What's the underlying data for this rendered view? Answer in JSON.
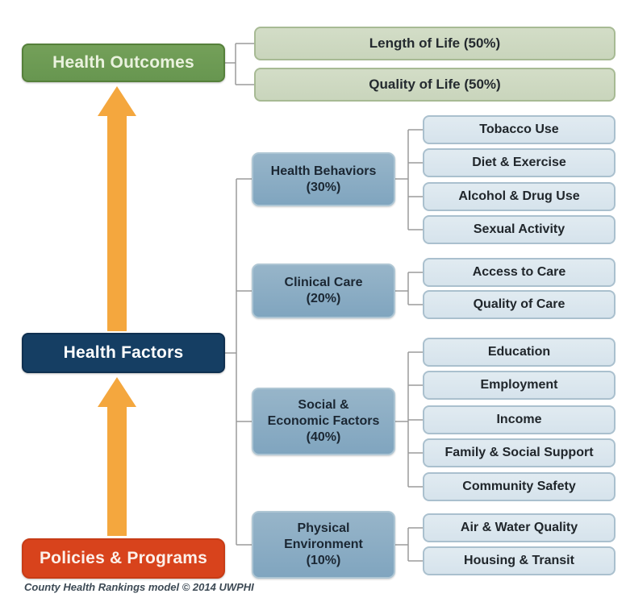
{
  "diagram": {
    "primary_boxes": {
      "health_outcomes": "Health Outcomes",
      "health_factors": "Health Factors",
      "policies_programs": "Policies & Programs"
    },
    "outcome_children": [
      "Length of Life (50%)",
      "Quality of Life (50%)"
    ],
    "factor_groups": [
      {
        "name": "Health Behaviors (30%)",
        "lines": [
          "Health Behaviors"
        ],
        "weight": "(30%)",
        "children": [
          "Tobacco Use",
          "Diet & Exercise",
          "Alcohol & Drug Use",
          "Sexual Activity"
        ]
      },
      {
        "name": "Clinical Care (20%)",
        "lines": [
          "Clinical Care"
        ],
        "weight": "(20%)",
        "children": [
          "Access to Care",
          "Quality of Care"
        ]
      },
      {
        "name": "Social & Economic Factors (40%)",
        "lines": [
          "Social &",
          "Economic Factors"
        ],
        "weight": "(40%)",
        "children": [
          "Education",
          "Employment",
          "Income",
          "Family & Social Support",
          "Community Safety"
        ]
      },
      {
        "name": "Physical Environment (10%)",
        "lines": [
          "Physical",
          "Environment"
        ],
        "weight": "(10%)",
        "children": [
          "Air & Water Quality",
          "Housing & Transit"
        ]
      }
    ],
    "footer": "County Health Rankings model © 2014 UWPHI",
    "colors": {
      "outcome_green": "#679650",
      "outcome_child_green": "#cdd8c0",
      "factors_navy": "#153e63",
      "policies_orange": "#d8431c",
      "category_blue": "#8badc4",
      "child_blue": "#dbe6ee",
      "arrow_orange": "#f4a73e",
      "connector_gray": "#9b9b9b"
    }
  }
}
